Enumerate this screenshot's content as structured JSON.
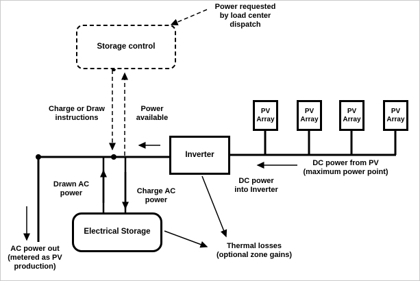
{
  "boxes": {
    "storage_control": "Storage control",
    "inverter": "Inverter",
    "electrical_storage": "Electrical Storage",
    "pv_array": "PV\nArray"
  },
  "labels": {
    "power_requested": "Power requested\nby load center\ndispatch",
    "charge_or_draw_instructions": "Charge or Draw\ninstructions",
    "power_available": "Power\navailable",
    "drawn_ac_power": "Drawn AC\npower",
    "charge_ac_power": "Charge AC\npower",
    "ac_power_out": "AC power out\n(metered as PV\nproduction)",
    "dc_power_into_inverter": "DC power\ninto Inverter",
    "dc_power_from_pv": "DC power from PV\n(maximum power point)",
    "thermal_losses": "Thermal losses\n(optional zone gains)"
  },
  "colors": {
    "line": "#000000",
    "background": "#ffffff"
  }
}
